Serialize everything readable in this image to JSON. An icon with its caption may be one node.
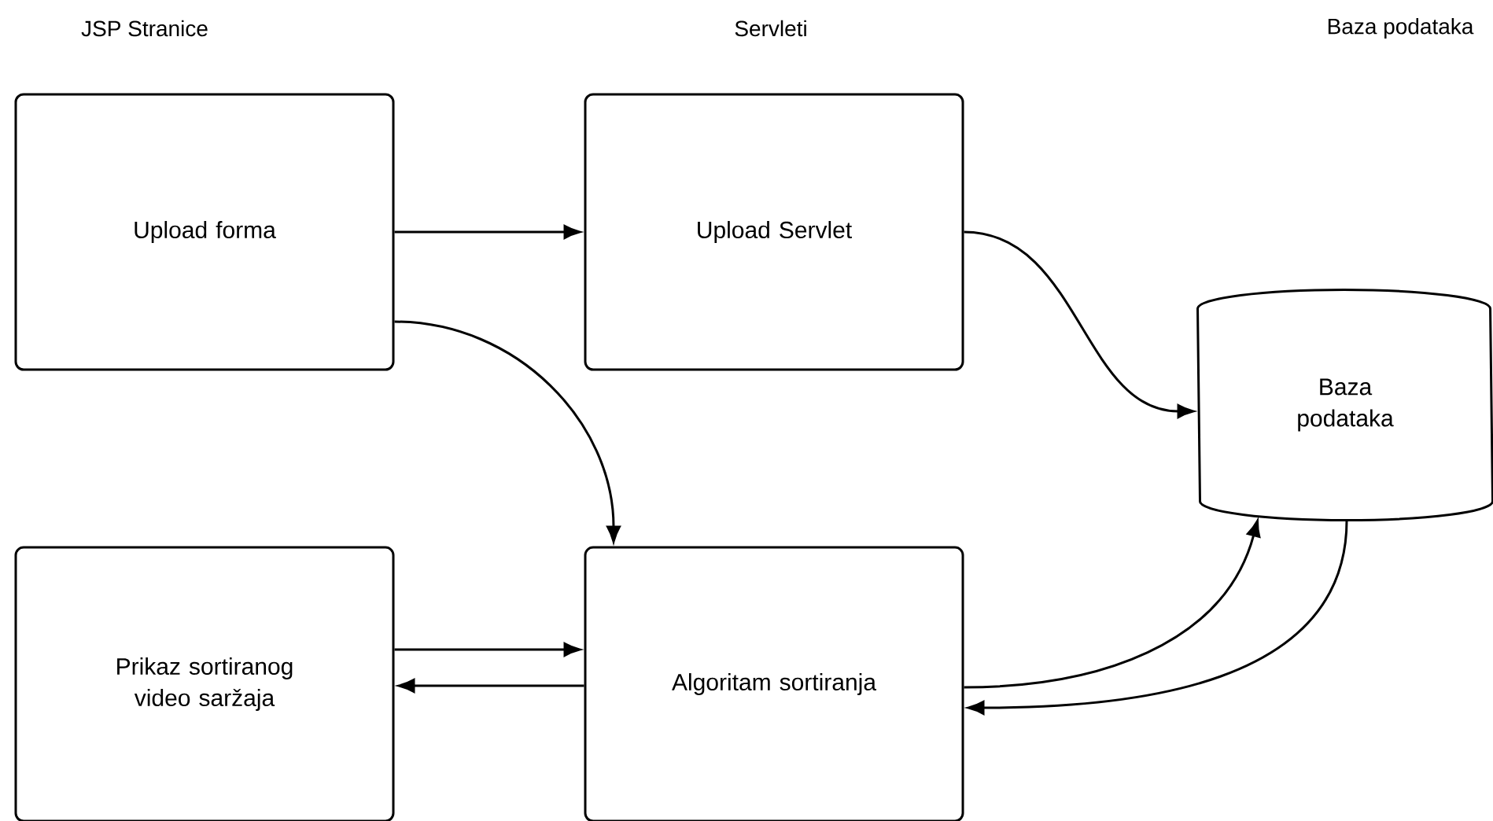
{
  "diagram": {
    "nodes": [
      {
        "text": [
          "Upload forma"
        ]
      },
      {
        "text": [
          "Upload Servlet"
        ]
      },
      {
        "text": [
          "Baza podataka"
        ]
      },
      {
        "text": [
          "Prikaz sortiranog video saržaja"
        ]
      },
      {
        "text": [
          "Algoritam sortiranja"
        ]
      }
    ],
    "edges": [
      {
        "from": 0,
        "to": 1,
        "arrow": "to"
      },
      {
        "from": 1,
        "to": 2,
        "arrow": "to"
      },
      {
        "from": 0,
        "to": 4,
        "arrow": "to"
      },
      {
        "from": 3,
        "to": 4,
        "arrow": "to"
      },
      {
        "from": 4,
        "to": 3,
        "arrow": "to"
      },
      {
        "from": 4,
        "to": 2,
        "arrow": "to"
      },
      {
        "from": 2,
        "to": 4,
        "arrow": "to"
      }
    ],
    "labels": [
      "JSP Stranice",
      "Servleti",
      "Baza podataka"
    ]
  }
}
